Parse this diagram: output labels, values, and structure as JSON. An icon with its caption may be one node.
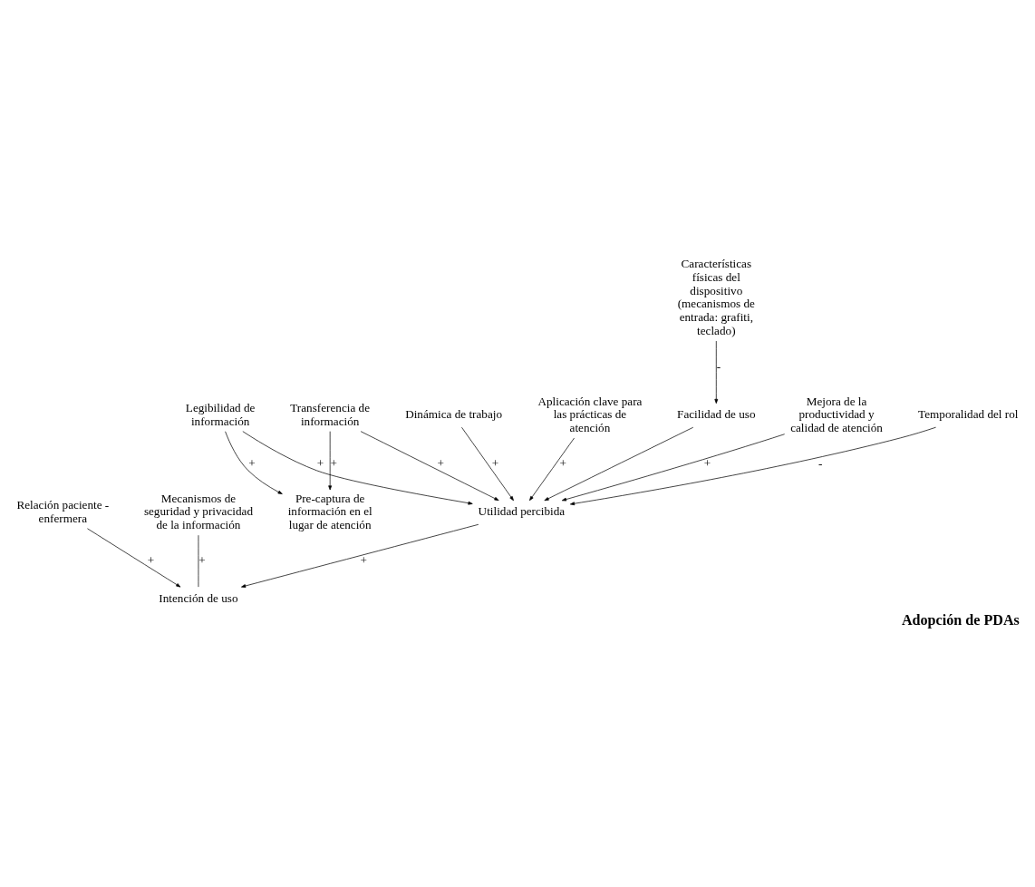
{
  "diagram": {
    "title": "Adopción de PDAs",
    "nodes": [
      {
        "text": [
          "Relación paciente - enfermera"
        ]
      },
      {
        "text": [
          "Mejora de la productividad y calidad de atención"
        ]
      },
      {
        "text": [
          "Intención de uso"
        ]
      },
      {
        "text": [
          "Mecanismos de seguridad y privacidad de la información"
        ]
      },
      {
        "text": [
          "Temporalidad del rol"
        ]
      },
      {
        "text": [
          "Legibilidad de información"
        ]
      },
      {
        "text": [
          "Dinámica de trabajo"
        ]
      },
      {
        "text": [
          "Utilidad percibida"
        ]
      },
      {
        "text": [
          "Pre-captura de información en el lugar de atención"
        ]
      },
      {
        "text": [
          "Transferencia de información"
        ]
      },
      {
        "text": [
          "Aplicación clave para las prácticas de atención"
        ]
      },
      {
        "text": [
          "Facilidad de uso"
        ]
      },
      {
        "text": [
          "Características físicas del dispositivo (mecanismos de entrada: grafiti, teclado)"
        ]
      }
    ],
    "edges": [
      {
        "from": 0,
        "to": 2,
        "arrow": "to",
        "label": "+"
      },
      {
        "from": 7,
        "to": 2,
        "arrow": "to",
        "label": "+"
      },
      {
        "from": 3,
        "to": 2,
        "arrow": "none",
        "label": "+"
      },
      {
        "from": 1,
        "to": 7,
        "arrow": "to",
        "label": "+"
      },
      {
        "from": 4,
        "to": 7,
        "arrow": "to",
        "label": "-"
      },
      {
        "from": 5,
        "to": 7,
        "arrow": "to",
        "label": "+"
      },
      {
        "from": 5,
        "to": 8,
        "arrow": "to",
        "label": "+"
      },
      {
        "from": 6,
        "to": 7,
        "arrow": "to",
        "label": "+"
      },
      {
        "from": 10,
        "to": 7,
        "arrow": "to",
        "label": "+"
      },
      {
        "from": 11,
        "to": 7,
        "arrow": "to"
      },
      {
        "from": 9,
        "to": 7,
        "arrow": "to",
        "label": "+"
      },
      {
        "from": 9,
        "to": 8,
        "arrow": "to",
        "label": "+"
      },
      {
        "from": 12,
        "to": 11,
        "arrow": "to",
        "label": "-"
      }
    ]
  }
}
